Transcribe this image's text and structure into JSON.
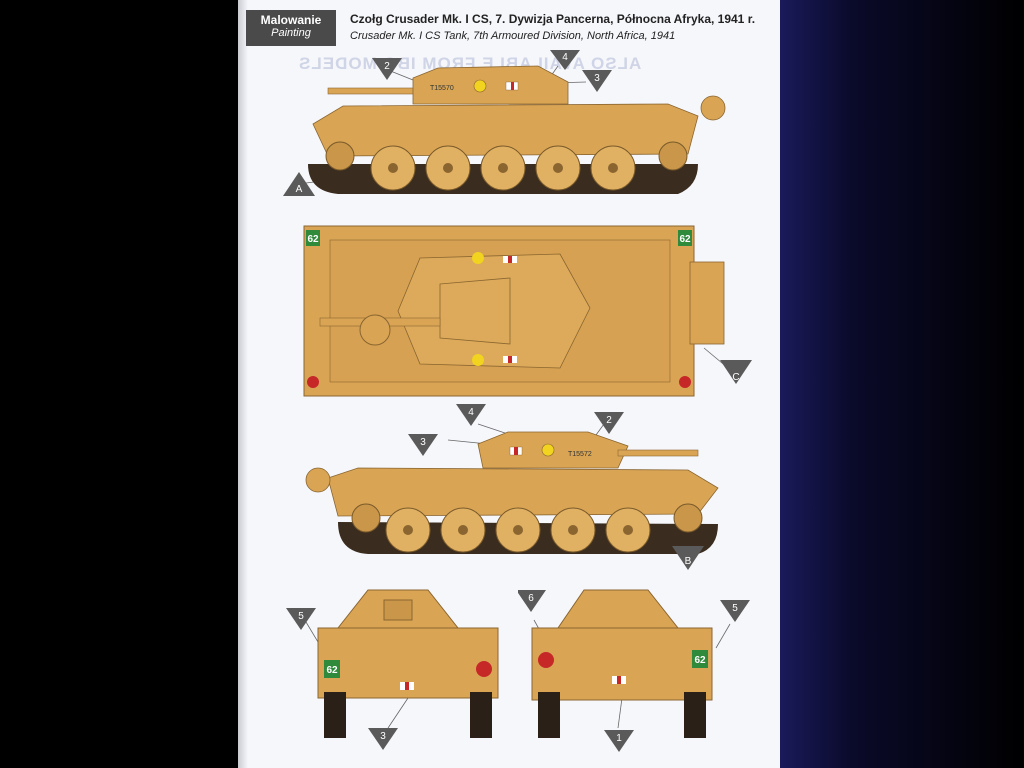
{
  "header": {
    "badge_pl": "Malowanie",
    "badge_en": "Painting",
    "title_pl": "Czołg Crusader Mk. I CS, 7. Dywizja Pancerna, Północna Afryka, 1941 r.",
    "title_en": "Crusader Mk. I CS Tank, 7th Armoured Division, North Africa, 1941"
  },
  "ghost_text": "ALSO AVAILABLE FROM IBG MODELS",
  "markers": {
    "m1": "1",
    "m2": "2",
    "m3": "3",
    "m4": "4",
    "m5": "5",
    "m6": "6",
    "mA": "A",
    "mB": "B",
    "mC": "C"
  },
  "markings": {
    "serial_left": "T15570",
    "serial_right": "T15572",
    "plate_number": "62"
  },
  "colors": {
    "sand": "#d9a555",
    "sand_dark": "#b3823a",
    "track": "#3a2c1f",
    "marker": "#5a5a5a",
    "plate_green": "#2f8a3c",
    "sheet": "#f6f7fb"
  }
}
